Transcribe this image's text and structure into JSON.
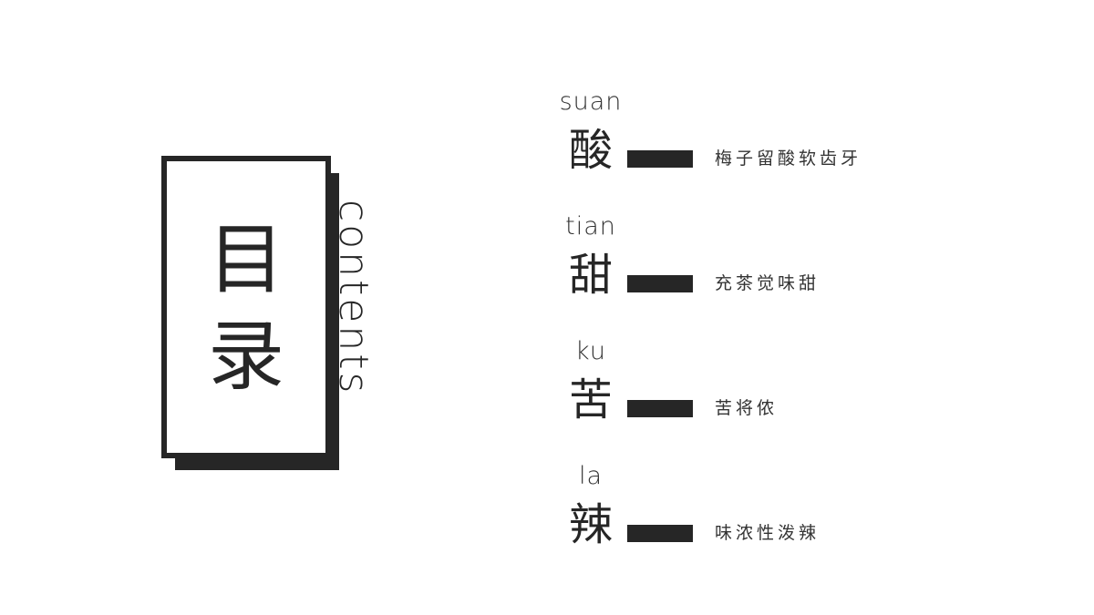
{
  "title": {
    "chars": [
      "目",
      "录"
    ],
    "subtitle": "contents"
  },
  "items": [
    {
      "pinyin": "suan",
      "hanzi": "酸",
      "desc": "梅子留酸软齿牙"
    },
    {
      "pinyin": "tian",
      "hanzi": "甜",
      "desc": "充茶觉味甜"
    },
    {
      "pinyin": "ku",
      "hanzi": "苦",
      "desc": "苦将侬"
    },
    {
      "pinyin": "la",
      "hanzi": "辣",
      "desc": "味浓性泼辣"
    }
  ],
  "colors": {
    "ink": "#262626",
    "background": "#ffffff"
  }
}
